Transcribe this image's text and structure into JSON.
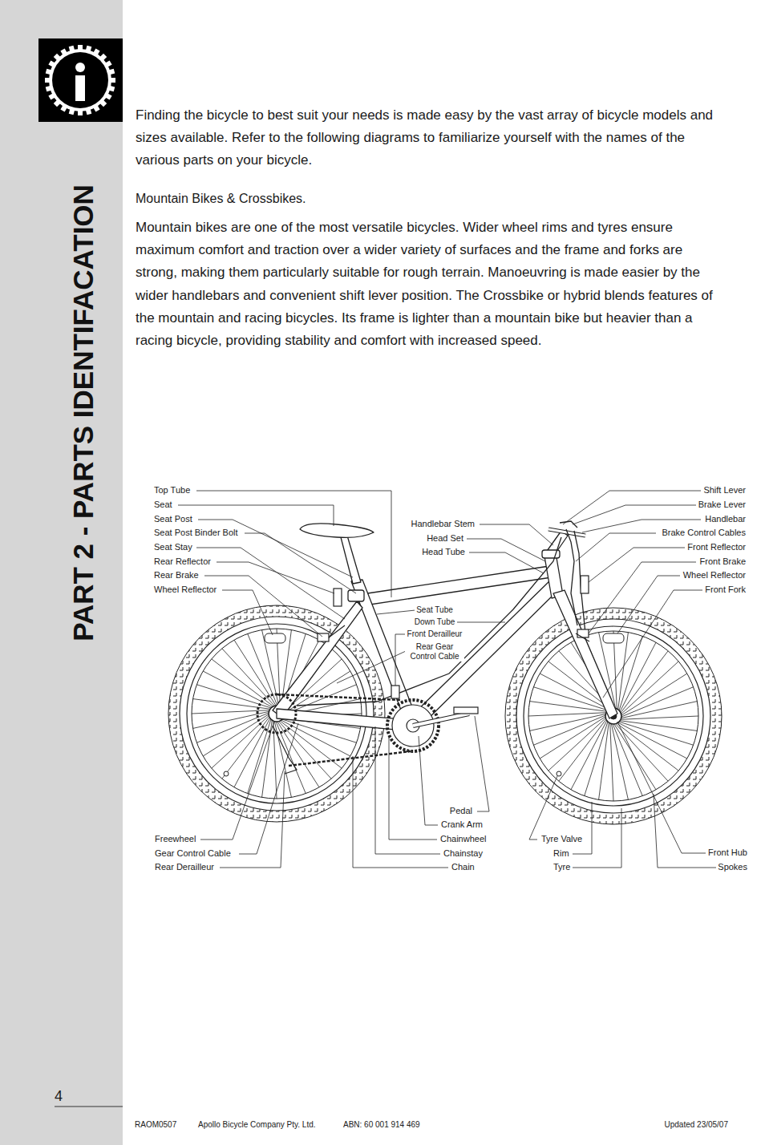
{
  "diagram": {
    "title": "PART 2 - PARTS IDENTIFACATION",
    "labels": [
      "Finding the bicycle to best suit your needs is made easy by the vast array of bicycle models and sizes available. Refer to the following diagrams to familiarize yourself with the names of the various parts on your bicycle.",
      "Mountain Bikes & Crossbikes.",
      "Mountain bikes are one of the most versatile bicycles. Wider wheel rims and tyres ensure maximum comfort and traction over a wider variety of surfaces and the frame and forks are strong, making them particularly suitable for rough terrain. Manoeuvring is made easier by the wider handlebars and convenient shift lever position. The Crossbike or hybrid blends features of the mountain and racing bicycles. Its frame is lighter than a mountain bike but heavier than a racing bicycle, providing stability and comfort with increased speed.",
      "Top Tube",
      "Seat",
      "Seat Post",
      "Seat Post Binder Bolt",
      "Seat Stay",
      "Rear Reflector",
      "Rear Brake",
      "Wheel Reflector",
      "Handlebar Stem",
      "Head Set",
      "Head Tube",
      "Seat Tube",
      "Down Tube",
      "Front Derailleur",
      "Rear Gear Control Cable",
      "Shift Lever",
      "Brake Lever",
      "Handlebar",
      "Brake Control Cables",
      "Front Reflector",
      "Front Brake",
      "Wheel Reflector",
      "Front Fork",
      "Freewheel",
      "Gear Control Cable",
      "Rear Derailleur",
      "Pedal",
      "Crank Arm",
      "Chainwheel",
      "Chainstay",
      "Chain",
      "Tyre Valve",
      "Rim",
      "Tyre",
      "Front Hub",
      "Spokes",
      "4",
      "RAOM0507",
      "Apollo Bicycle Company Pty. Ltd.",
      "ABN: 60 001 914 469",
      "Updated 23/05/07"
    ]
  }
}
